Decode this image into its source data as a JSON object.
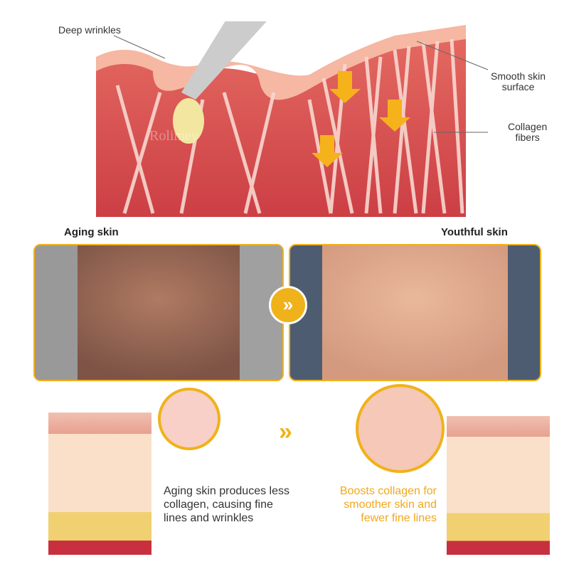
{
  "diagram": {
    "labels": {
      "deep_wrinkles": "Deep wrinkles",
      "smooth_surface": "Smooth skin\nsurface",
      "collagen_fibers": "Collagen\nfibers"
    },
    "watermark": "Rolimey"
  },
  "comparison": {
    "before_label": "Aging skin",
    "after_label": "Youthful skin",
    "arrow_icon": "double-chevron-right-icon"
  },
  "bottom": {
    "aging_text": "Aging skin produces less collagen, causing fine lines and wrinkles",
    "boost_text": "Boosts collagen for smoother skin and fewer fine lines"
  },
  "colors": {
    "accent": "#f0b21a",
    "accent_text": "#f0a81c",
    "dermis": "#d9504f",
    "epidermis": "#f6b7a3"
  }
}
